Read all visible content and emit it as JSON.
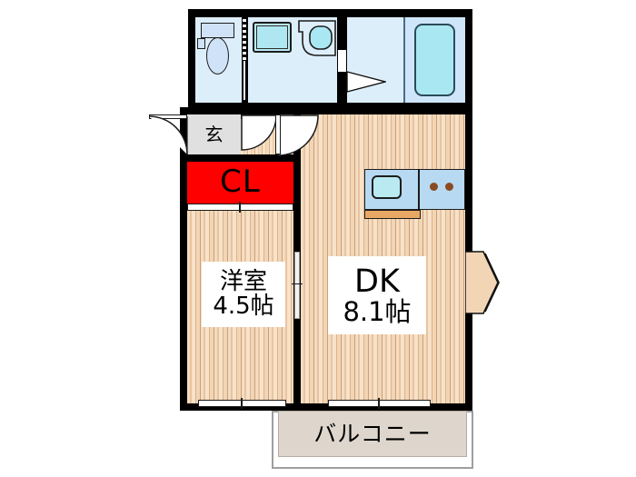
{
  "document": {
    "type": "japanese-floor-plan",
    "layout_name": "1DK"
  },
  "rooms": [
    {
      "id": "closet",
      "label": "CL",
      "label_sub": "",
      "color": "#ff0000",
      "text_color": "#000000"
    },
    {
      "id": "entrance",
      "label": "玄",
      "label_sub": "",
      "color": "#e0e0e0",
      "text_color": "#000000"
    },
    {
      "id": "western-room",
      "label": "洋室",
      "label_sub": "4.5帖",
      "color": "#f2d5b4",
      "text_color": "#000000"
    },
    {
      "id": "dining-kitchen",
      "label": "DK",
      "label_sub": "8.1帖",
      "color": "#f2d5b4",
      "text_color": "#000000"
    },
    {
      "id": "balcony",
      "label": "バルコニー",
      "label_sub": "",
      "color": "#ded6cd",
      "text_color": "#000000"
    }
  ],
  "fixtures": [
    {
      "id": "toilet",
      "name": "toilet-fixture"
    },
    {
      "id": "tank",
      "name": "toilet-tank-fixture"
    },
    {
      "id": "washbasin",
      "name": "wash-basin-fixture"
    },
    {
      "id": "washer-pan",
      "name": "washing-machine-pan-fixture"
    },
    {
      "id": "bathtub",
      "name": "bathtub-fixture"
    },
    {
      "id": "sink",
      "name": "kitchen-sink-fixture"
    },
    {
      "id": "stove",
      "name": "gas-stove-fixture"
    },
    {
      "id": "bay-window",
      "name": "bay-window-fixture"
    }
  ],
  "colors": {
    "wall": "#000000",
    "wood_floor": "#f2d5b4",
    "tile_floor": "#ddeefb",
    "bath_floor": "#cfe6fa",
    "closet_red": "#ff0000",
    "entry_gray": "#e0e0e0",
    "balcony_gray": "#ded6cd",
    "counter_orange": "#e8a763",
    "background": "#ffffff"
  }
}
